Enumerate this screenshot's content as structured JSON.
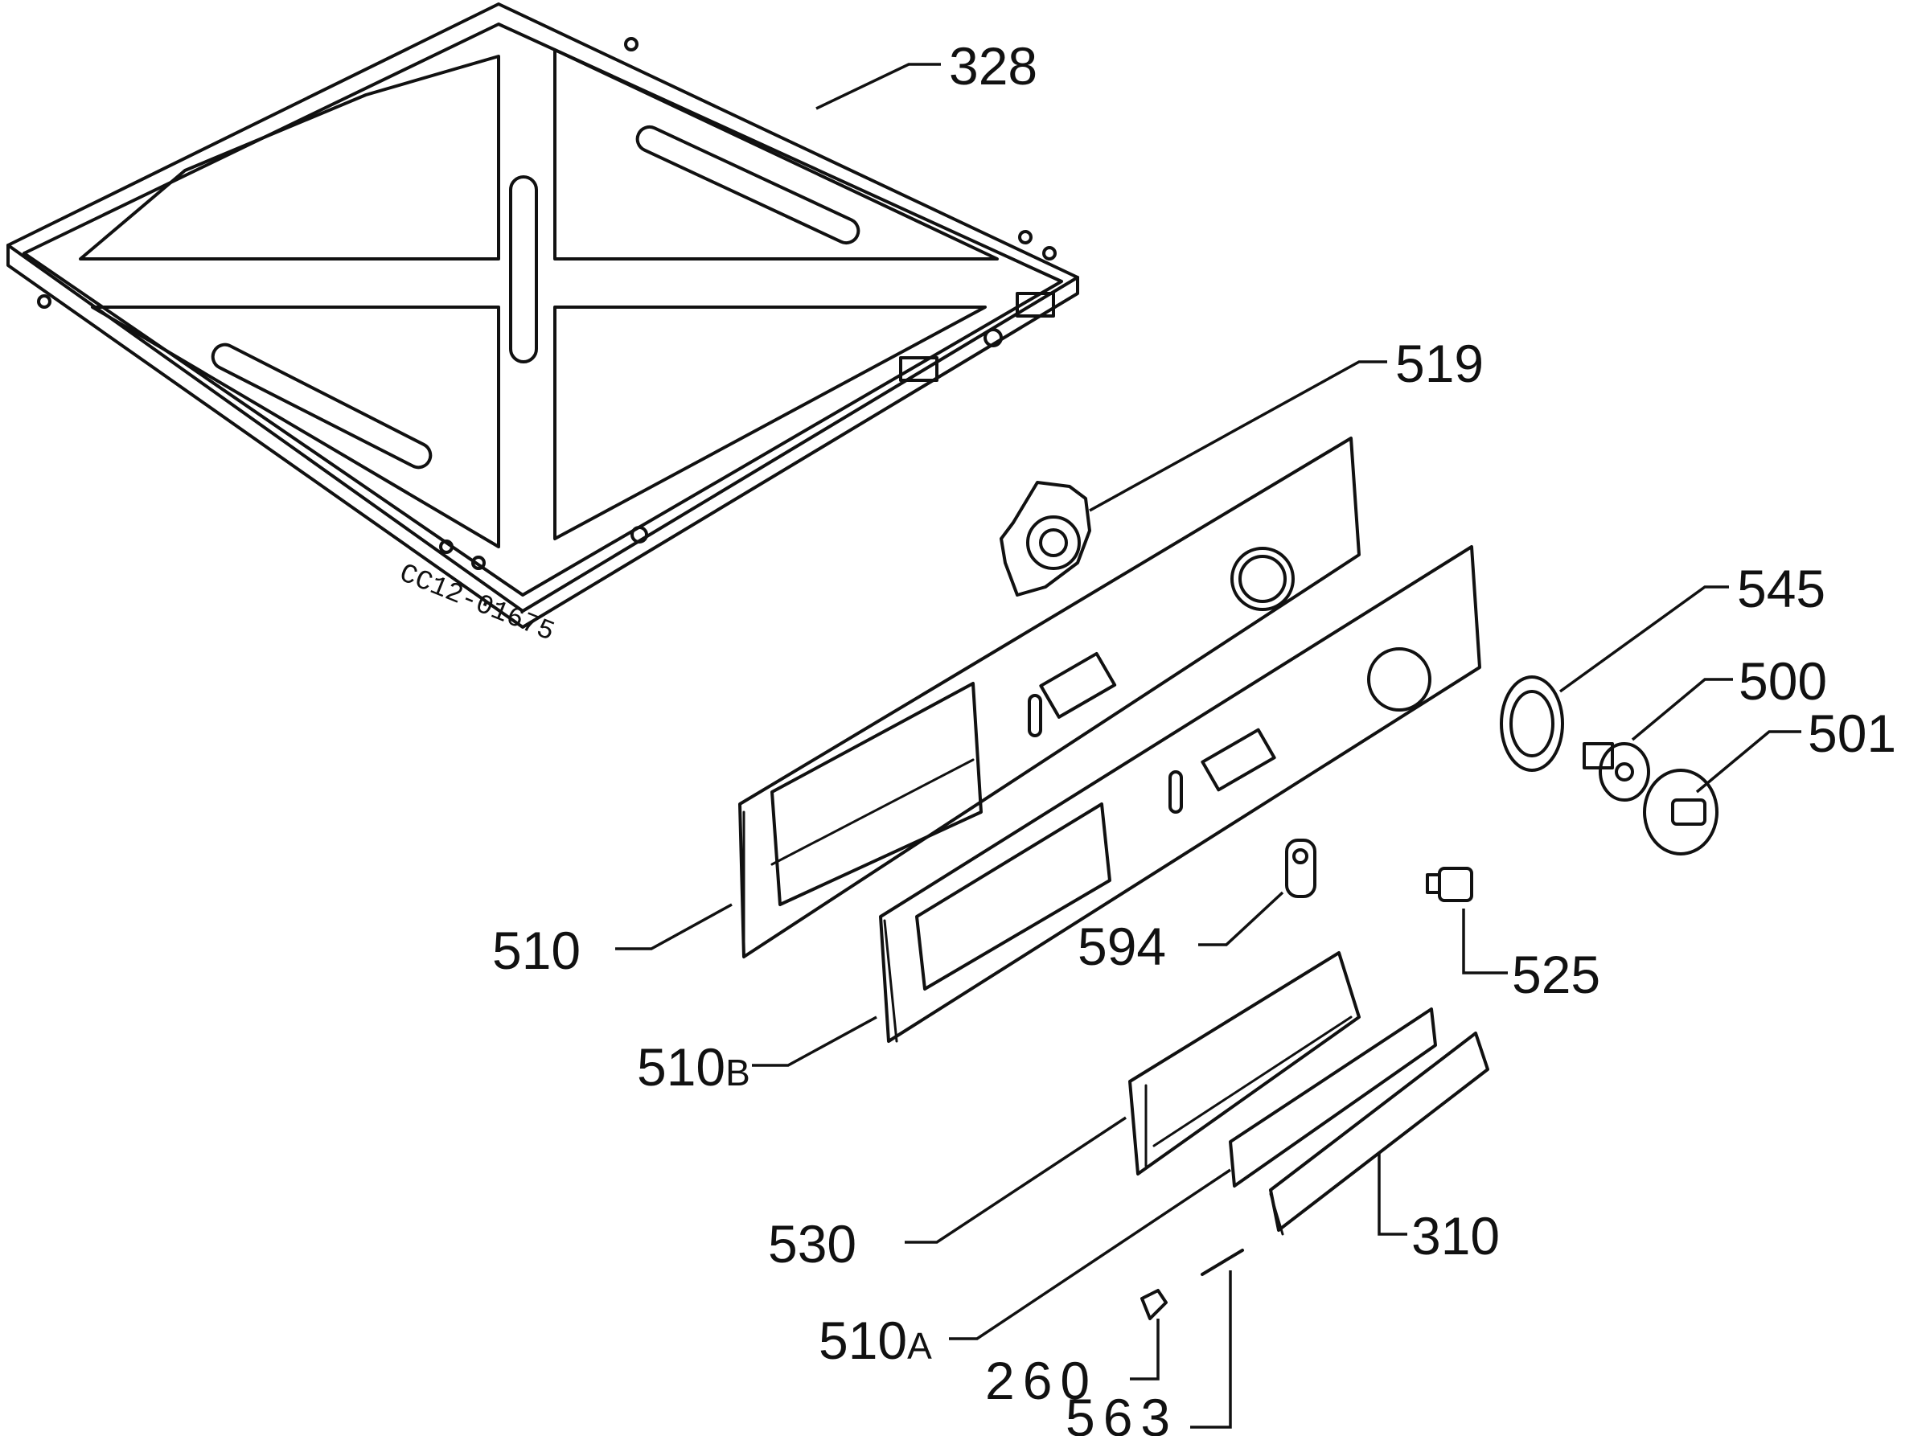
{
  "diagram": {
    "drawing_code": "CC12-01675",
    "labels": {
      "p328": "328",
      "p519": "519",
      "p545": "545",
      "p500": "500",
      "p501": "501",
      "p510": "510",
      "p510b_main": "510",
      "p510b_suffix": "B",
      "p594": "594",
      "p525": "525",
      "p530": "530",
      "p310": "310",
      "p510a_main": "510",
      "p510a_suffix": "A",
      "p260": "260",
      "p563": "563"
    }
  }
}
